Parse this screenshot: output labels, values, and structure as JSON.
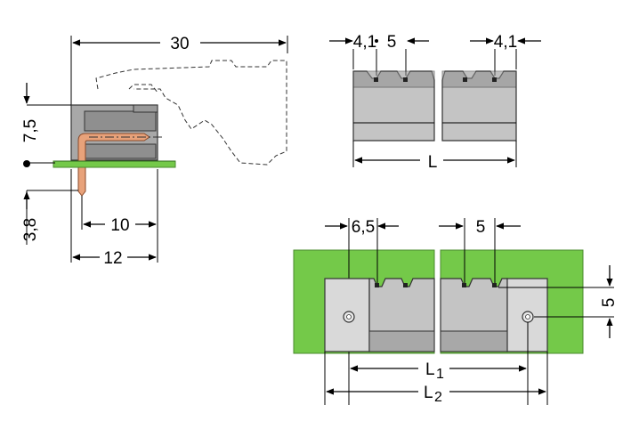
{
  "side_view": {
    "dim_total_length": "30",
    "dim_height": "7,5",
    "dim_pin_length": "3,8",
    "dim_pin_offset": "10",
    "dim_body_length": "12"
  },
  "top_view": {
    "dim_left_edge": "4,1",
    "dim_pitch": "5",
    "dim_right_edge": "4,1",
    "dim_overall": "L"
  },
  "bottom_view": {
    "dim_flange_offset": "6,5",
    "dim_pitch": "5",
    "dim_height": "5",
    "dim_l1": "L",
    "dim_l1_sub": "1",
    "dim_l2": "L",
    "dim_l2_sub": "2"
  },
  "colors": {
    "pcb_green": "#74c949",
    "housing_gray": "#a8a8a8",
    "pin_copper": "#e8a27a"
  }
}
